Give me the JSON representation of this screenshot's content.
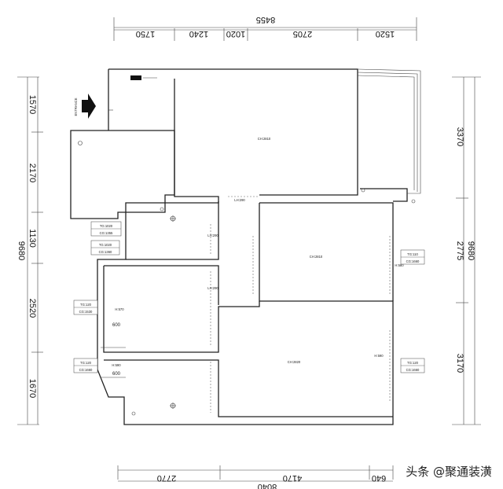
{
  "top_dims": {
    "total": "8455",
    "segs": [
      "1750",
      "1240",
      "1020",
      "2705",
      "1520"
    ]
  },
  "bottom_dims": {
    "total": "8040",
    "segs": [
      "2770",
      "4170",
      "640"
    ]
  },
  "left_dims": {
    "total": "9680",
    "segs": [
      "1570",
      "2170",
      "1130",
      "2520",
      "1670"
    ]
  },
  "right_dims": {
    "total": "9680",
    "segs": [
      "3370",
      "2775",
      "3170"
    ]
  },
  "entrance_label": "ENTRANCE",
  "room_labels": {
    "living": "CH:2810",
    "bedroom_mid": "CH:2810",
    "bedroom_bottom": "CH:2820",
    "beam1": "LH:290",
    "beam2": "LH:290",
    "beam3": "LH:290",
    "h580": "H:580",
    "h570": "H:570",
    "h590_left": "H:590",
    "h590_right": "H:590",
    "w600a": "600",
    "w600b": "600"
  },
  "tags": {
    "t1a": "TG:1020",
    "t1b": "CG:1355",
    "t2a": "TG:1020",
    "t2b": "CG:1360",
    "t3a": "TG:120",
    "t3b": "CG:1530",
    "t4a": "TG:120",
    "t4b": "CG:1660",
    "t5a": "TG:110",
    "t5b": "CG:1660",
    "t6a": "TG:120",
    "t6b": "CG:1660"
  },
  "watermark": "头条 @聚通装潢"
}
